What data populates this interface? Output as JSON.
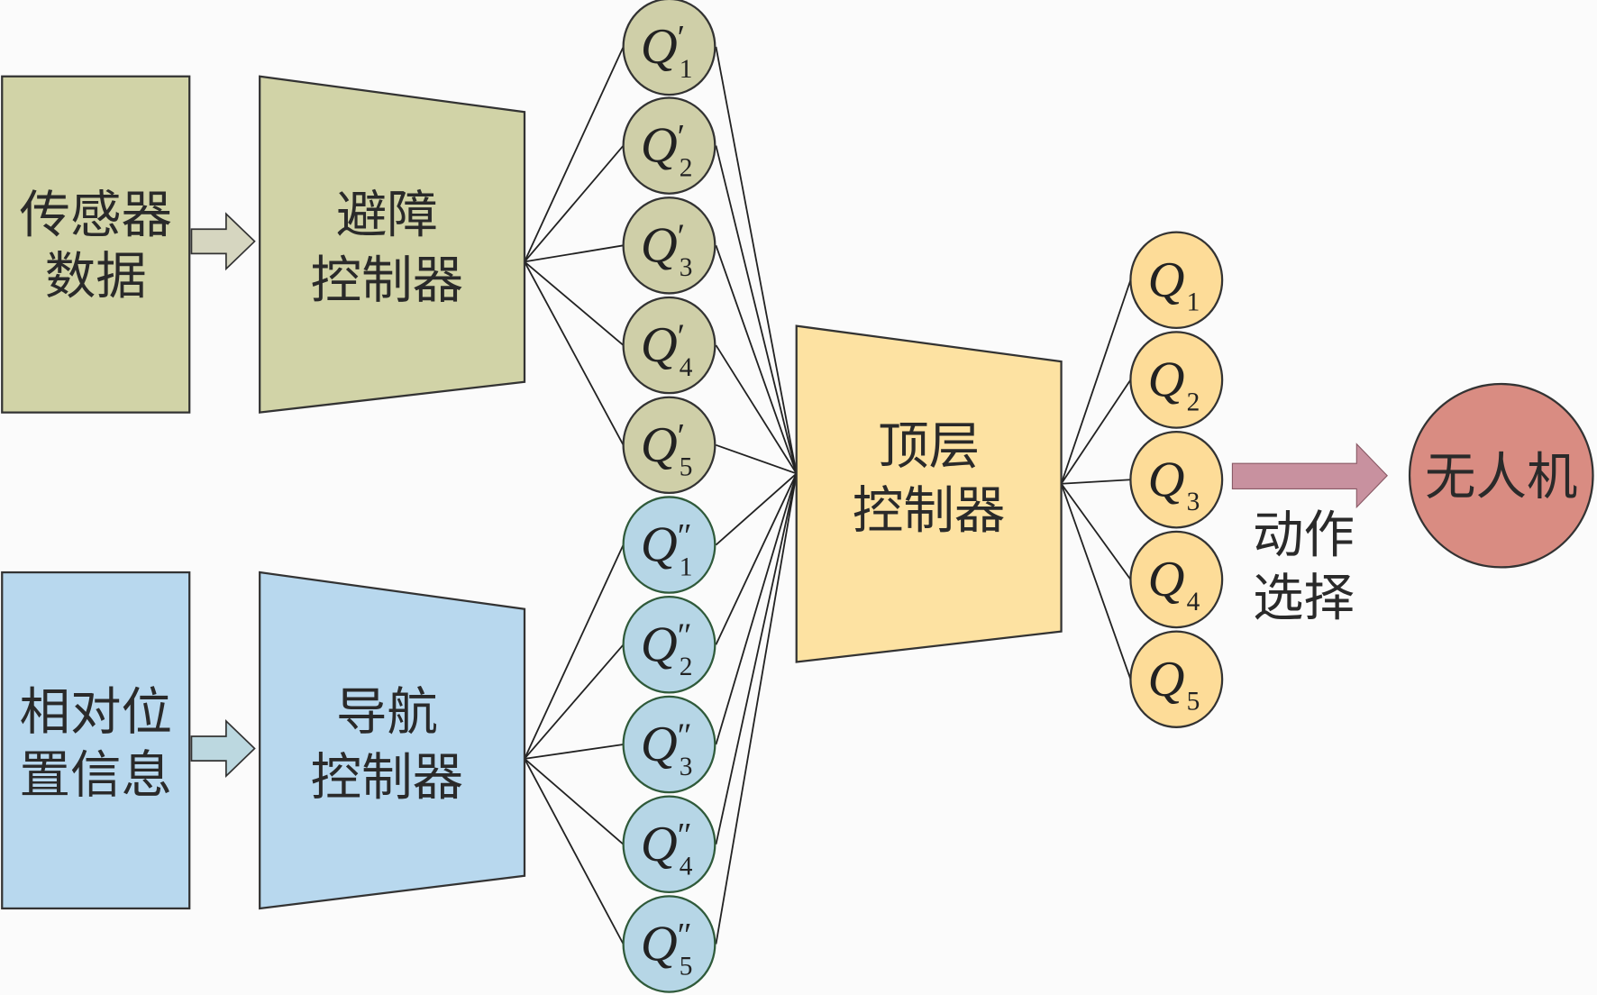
{
  "colors": {
    "olive": "#d1d3a7",
    "olive_node": "#cfcfa8",
    "blue": "#b8d8ee",
    "blue_node": "#b6d6e6",
    "orange": "#fde2a2",
    "orange_node": "#fddc98",
    "action_arrow": "#c8919f",
    "drone": "#d98c82"
  },
  "sensor_box": {
    "line1": "传感器",
    "line2": "数据"
  },
  "obstacle_controller": {
    "line1": "避障",
    "line2": "控制器"
  },
  "position_box": {
    "line1": "相对位",
    "line2": "置信息"
  },
  "navigation_controller": {
    "line1": "导航",
    "line2": "控制器"
  },
  "top_controller": {
    "line1": "顶层",
    "line2": "控制器"
  },
  "obstacle_q": [
    {
      "base": "Q",
      "mark": "′",
      "sub": "1"
    },
    {
      "base": "Q",
      "mark": "′",
      "sub": "2"
    },
    {
      "base": "Q",
      "mark": "′",
      "sub": "3"
    },
    {
      "base": "Q",
      "mark": "′",
      "sub": "4"
    },
    {
      "base": "Q",
      "mark": "′",
      "sub": "5"
    }
  ],
  "navigation_q": [
    {
      "base": "Q",
      "mark": "″",
      "sub": "1"
    },
    {
      "base": "Q",
      "mark": "″",
      "sub": "2"
    },
    {
      "base": "Q",
      "mark": "″",
      "sub": "3"
    },
    {
      "base": "Q",
      "mark": "″",
      "sub": "4"
    },
    {
      "base": "Q",
      "mark": "″",
      "sub": "5"
    }
  ],
  "top_q": [
    {
      "base": "Q",
      "mark": "",
      "sub": "1"
    },
    {
      "base": "Q",
      "mark": "",
      "sub": "2"
    },
    {
      "base": "Q",
      "mark": "",
      "sub": "3"
    },
    {
      "base": "Q",
      "mark": "",
      "sub": "4"
    },
    {
      "base": "Q",
      "mark": "",
      "sub": "5"
    }
  ],
  "action": {
    "line1": "动作",
    "line2": "选择"
  },
  "drone": {
    "label": "无人机"
  }
}
